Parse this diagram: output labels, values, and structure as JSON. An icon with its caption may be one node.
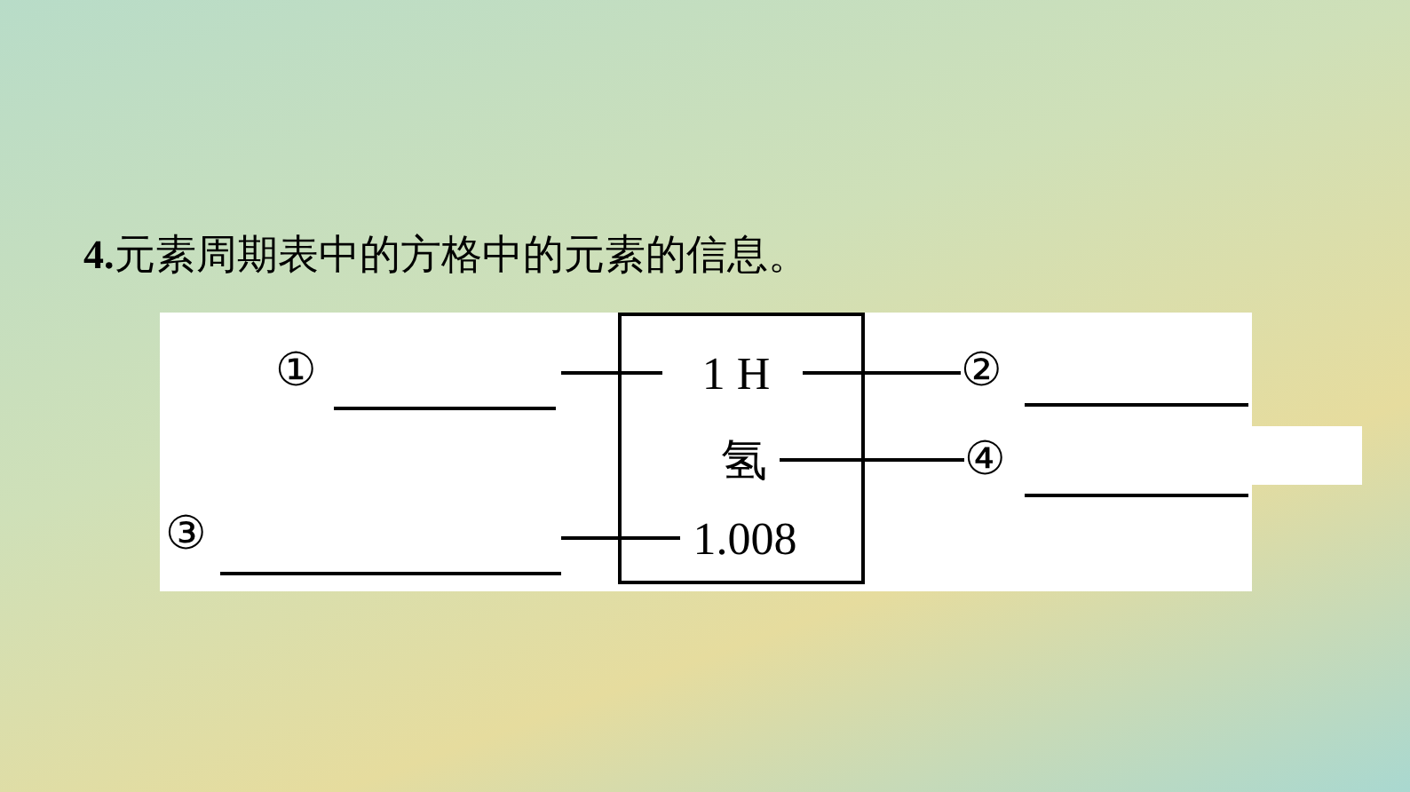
{
  "diagram": {
    "title": "**4.**元素周期表中的方格中的元素的信息。",
    "nodes": [
      {
        "text": [],
        "shape": "box"
      },
      {
        "text": [
          "1 H"
        ],
        "in": 0
      },
      {
        "text": [
          "氢"
        ],
        "in": 0
      },
      {
        "text": [
          "1.008"
        ],
        "in": 0
      },
      {
        "text": [
          "①"
        ]
      },
      {
        "text": [
          "②"
        ]
      },
      {
        "text": [
          "③"
        ]
      },
      {
        "text": [
          "④"
        ]
      }
    ],
    "edges": [
      {
        "from": 1,
        "to": 4,
        "arrow": "none"
      },
      {
        "from": 1,
        "to": 5,
        "arrow": "none"
      },
      {
        "from": 3,
        "to": 6,
        "arrow": "none"
      },
      {
        "from": 2,
        "to": 7,
        "arrow": "none"
      }
    ]
  }
}
